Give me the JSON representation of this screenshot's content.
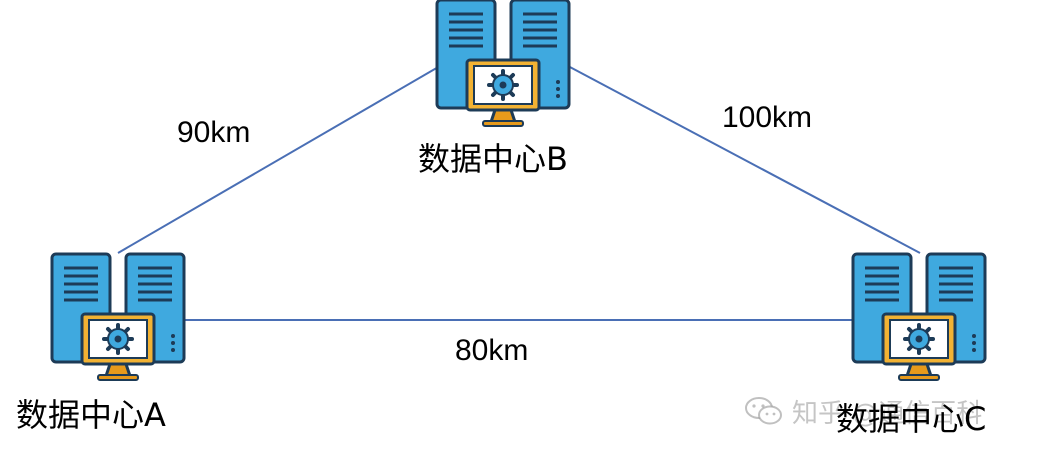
{
  "nodes": {
    "a": {
      "label": "数据中心A"
    },
    "b": {
      "label": "数据中心B"
    },
    "c": {
      "label": "数据中心C"
    }
  },
  "links": {
    "ab": {
      "label": "90km"
    },
    "bc": {
      "label": "100km"
    },
    "ac": {
      "label": "80km"
    }
  },
  "watermark": {
    "text": "知乎 @通信百科"
  },
  "colors": {
    "link": "#4a6fb5",
    "server": "#3fa9df",
    "server_dark": "#1d3b57",
    "monitor": "#f2b233",
    "monitor_stand": "#e79a1b"
  }
}
